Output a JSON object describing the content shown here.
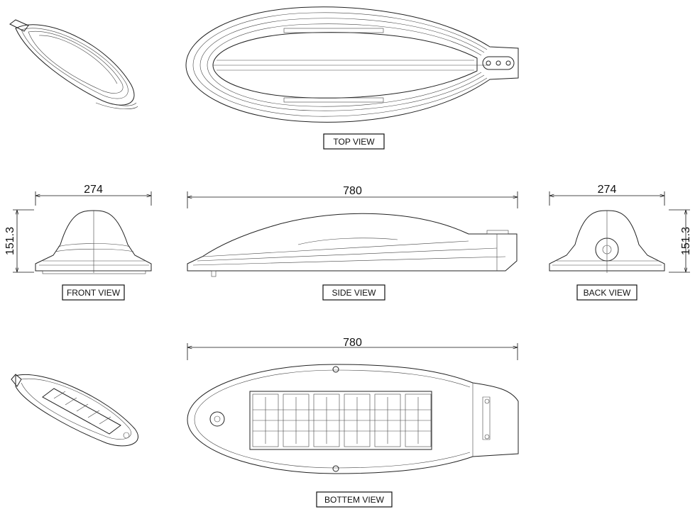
{
  "views": {
    "top": "TOP VIEW",
    "front": "FRONT VIEW",
    "side": "SIDE VIEW",
    "back": "BACK VIEW",
    "bottom": "BOTTEM VIEW"
  },
  "dimensions": {
    "front_width": "274",
    "front_height": "151.3",
    "side_length": "780",
    "back_width": "274",
    "back_height": "151.3",
    "bottom_length": "780"
  }
}
